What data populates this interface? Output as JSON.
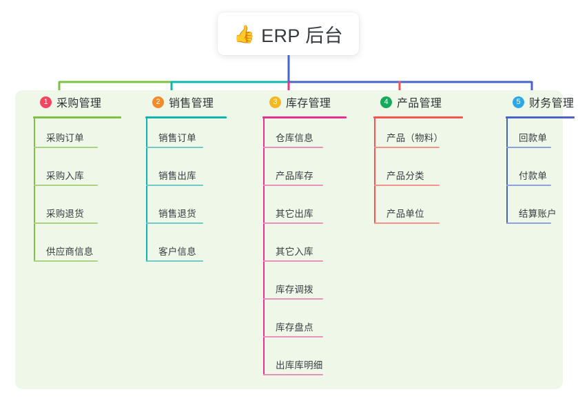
{
  "diagram": {
    "type": "mindmap",
    "root": {
      "icon": "thumbs-up-emoji",
      "icon_glyph": "👍",
      "label": "ERP 后台"
    },
    "panel_background": "#eff7e9",
    "branches": [
      {
        "number": "1",
        "label": "采购管理",
        "badge_color": "#f5455f",
        "line_color": "#7cc142",
        "rule_color": "#7cc142",
        "item_rule_color": "#a9d37f",
        "items": [
          {
            "label": "采购订单"
          },
          {
            "label": "采购入库"
          },
          {
            "label": "采购退货"
          },
          {
            "label": "供应商信息"
          }
        ]
      },
      {
        "number": "2",
        "label": "销售管理",
        "badge_color": "#f58a28",
        "line_color": "#0fb5b0",
        "rule_color": "#0fb5b0",
        "item_rule_color": "#6fc9c6",
        "items": [
          {
            "label": "销售订单"
          },
          {
            "label": "销售出库"
          },
          {
            "label": "销售退货"
          },
          {
            "label": "客户信息"
          }
        ]
      },
      {
        "number": "3",
        "label": "库存管理",
        "badge_color": "#f6b820",
        "line_color": "#e8308f",
        "rule_color": "#e8308f",
        "item_rule_color": "#eb8fbf",
        "items": [
          {
            "label": "仓库信息"
          },
          {
            "label": "产品库存"
          },
          {
            "label": "其它出库"
          },
          {
            "label": "其它入库"
          },
          {
            "label": "库存调拨"
          },
          {
            "label": "库存盘点"
          },
          {
            "label": "出库库明细"
          }
        ]
      },
      {
        "number": "4",
        "label": "产品管理",
        "badge_color": "#15aa5c",
        "line_color": "#f9544d",
        "rule_color": "#f9544d",
        "item_rule_color": "#f6928c",
        "items": [
          {
            "label": "产品（物料）"
          },
          {
            "label": "产品分类"
          },
          {
            "label": "产品单位"
          }
        ]
      },
      {
        "number": "5",
        "label": "财务管理",
        "badge_color": "#2ba8e8",
        "line_color": "#4a63c8",
        "rule_color": "#4a63c8",
        "item_rule_color": "#8fa1dd",
        "items": [
          {
            "label": "回款单"
          },
          {
            "label": "付款单"
          },
          {
            "label": "结算账户"
          }
        ]
      }
    ],
    "connector": {
      "stem_color": "#4a63c8",
      "bus_segment_colors": [
        "#7cc142",
        "#0fb5b0",
        "#4a63c8",
        "#4a63c8",
        "#4a63c8"
      ]
    }
  }
}
